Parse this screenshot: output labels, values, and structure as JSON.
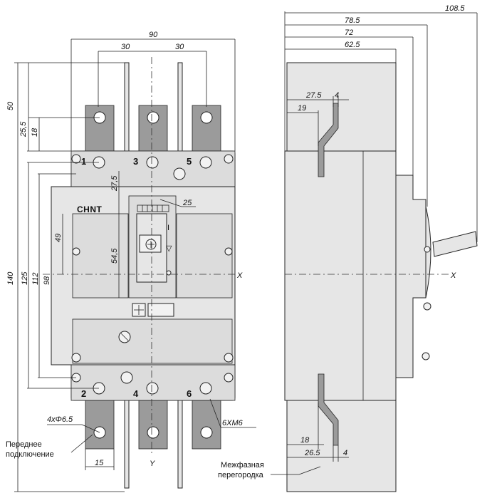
{
  "dimensions": {
    "front_width": "90",
    "pole_pitch_left": "30",
    "pole_pitch_right": "30",
    "height_total": "140",
    "height_125": "125",
    "height_112": "112",
    "height_98": "98",
    "dim_50": "50",
    "dim_25_5": "25,5",
    "dim_18_top": "18",
    "dim_49": "49",
    "dim_54_5": "54,5",
    "dim_27_5_label": "27,5",
    "dim_25": "25",
    "dim_15": "15",
    "side_108_5": "108.5",
    "side_78_5": "78.5",
    "side_72": "72",
    "side_62_5": "62.5",
    "side_27_5": "27.5",
    "side_4_top": "4",
    "side_19": "19",
    "side_18": "18",
    "side_26_5": "26.5",
    "side_4_bottom": "4"
  },
  "labels": {
    "brand": "CHNT",
    "holes": "4xΦ6.5",
    "thread": "6XM6",
    "front_connection_line1": "Переднее",
    "front_connection_line2": "подключение",
    "phase_barrier_line1": "Межфазная",
    "phase_barrier_line2": "перегородка",
    "axis_x_front": "X",
    "axis_x_side": "X",
    "axis_y": "Y",
    "terminal_1": "1",
    "terminal_3": "3",
    "terminal_5": "5",
    "terminal_2": "2",
    "terminal_4": "4",
    "terminal_6": "6",
    "switch_mark": "I",
    "switch_arrow": "▽"
  }
}
